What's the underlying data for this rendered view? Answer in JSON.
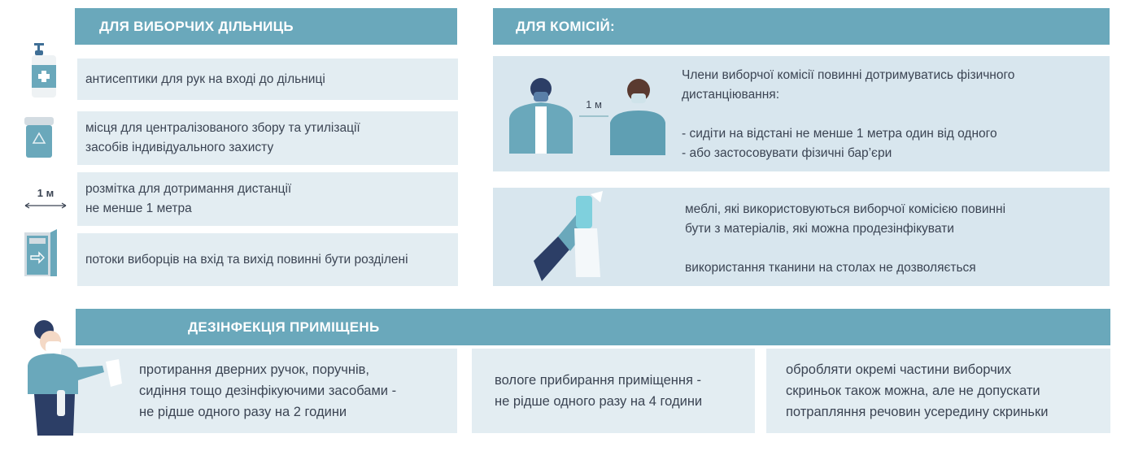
{
  "polling_stations": {
    "title": "ДЛЯ ВИБОРЧИХ ДІЛЬНИЦЬ",
    "items": [
      {
        "icon": "sanitizer-bottle-icon",
        "text": "антисептики для рук на вході до дільниці"
      },
      {
        "icon": "recycle-bin-icon",
        "text": "місця для централізованого збору та утилізації\nзасобів індивідуального захисту"
      },
      {
        "icon": "distance-arrow-icon",
        "icon_label": "1 м",
        "text": "розмітка для дотримання дистанції\nне менше 1 метра"
      },
      {
        "icon": "door-exit-icon",
        "text": "потоки виборців на вхід та вихід повинні бути розділені"
      }
    ]
  },
  "commissions": {
    "title": "ДЛЯ КОМІСІЙ:",
    "card1": {
      "distance_label": "1 м",
      "text": "Члени виборчої комісії повинні дотримуватись фізичного\nдистанціювання:\n\n- сидіти на відстані не менше 1 метра один від одного\n- або застосовувати фізичні бар’єри"
    },
    "card2": {
      "text": "меблі, які використовуються виборчої комісією повинні\nбути з матеріалів, які можна продезінфікувати\n\nвикористання тканини на столах не дозволяється"
    }
  },
  "disinfection": {
    "title": "ДЕЗІНФЕКЦІЯ ПРИМІЩЕНЬ",
    "items": [
      "протирання дверних ручок, поручнів,\nсидіння тощо дезінфікуючими засобами   -\nне рідше одного разу на 2 години",
      "вологе прибирання приміщення -\nне рідше одного разу на 4 години",
      "обробляти окремі частини виборчих\nскриньок також можна, але не допускати\nпотрапляння речовин усередину скриньки"
    ]
  },
  "colors": {
    "header": "#6aa8bb",
    "card": "#e3edf2",
    "text": "#3b4453",
    "accent_dark": "#2c3e66"
  }
}
